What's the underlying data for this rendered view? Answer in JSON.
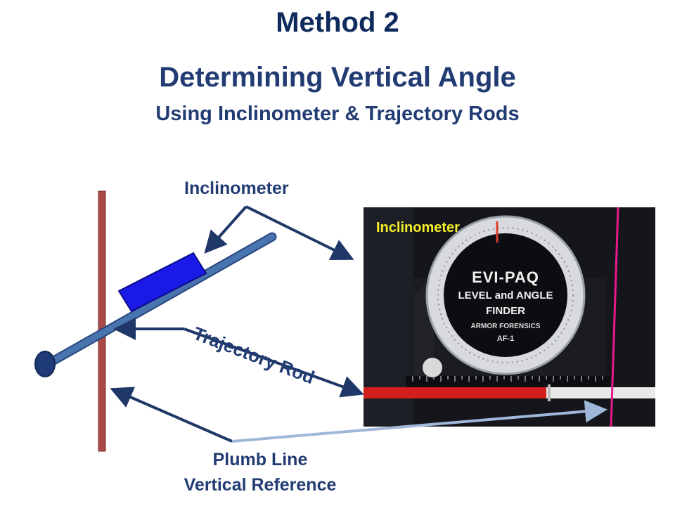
{
  "header": {
    "method": "Method 2",
    "title": "Determining Vertical Angle",
    "subtitle": "Using Inclinometer & Trajectory Rods"
  },
  "labels": {
    "inclinometer": "Inclinometer",
    "trajectory_rod": "Trajectory Rod",
    "plumb_line": "Plumb Line",
    "vertical_reference": "Vertical Reference"
  },
  "photo": {
    "caption": "Inclinometer",
    "device_brand": "EVI-PAQ",
    "device_line1": "LEVEL and ANGLE",
    "device_line2": "FINDER",
    "device_maker": "ARMOR FORENSICS",
    "device_model": "AF-1"
  },
  "colors": {
    "plumb_line": "#a94848",
    "rod": "#4a74b0",
    "inclinometer_block": "#1a1ae6",
    "arrow": "#1f3868",
    "text": "#223c73"
  }
}
